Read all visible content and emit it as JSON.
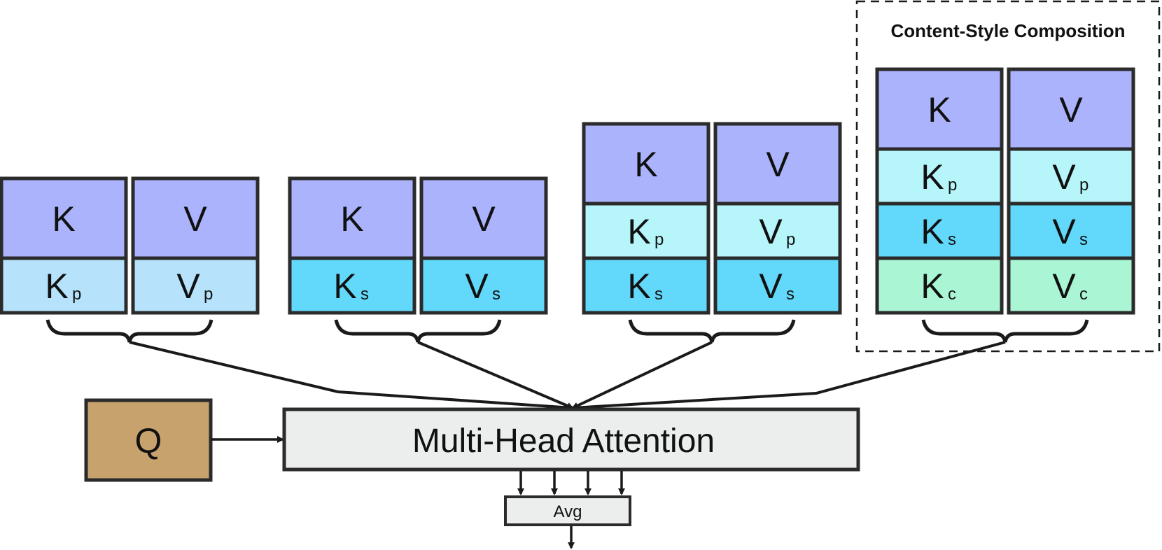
{
  "colors": {
    "kv_base": "#aab3fb",
    "pose": "#b6e3fb",
    "pose_light": "#b6f6fb",
    "style": "#62d9fb",
    "content": "#aaf6d4",
    "query": "#c7a26c",
    "attention": "#eceeee",
    "stroke": "#2b2b2b"
  },
  "composition_label": "Content-Style Composition",
  "groups": [
    {
      "columns": [
        {
          "cells": [
            {
              "main": "K",
              "sub": "",
              "color": "kv_base"
            },
            {
              "main": "K",
              "sub": "p",
              "color": "pose"
            }
          ]
        },
        {
          "cells": [
            {
              "main": "V",
              "sub": "",
              "color": "kv_base"
            },
            {
              "main": "V",
              "sub": "p",
              "color": "pose"
            }
          ]
        }
      ]
    },
    {
      "columns": [
        {
          "cells": [
            {
              "main": "K",
              "sub": "",
              "color": "kv_base"
            },
            {
              "main": "K",
              "sub": "s",
              "color": "style"
            }
          ]
        },
        {
          "cells": [
            {
              "main": "V",
              "sub": "",
              "color": "kv_base"
            },
            {
              "main": "V",
              "sub": "s",
              "color": "style"
            }
          ]
        }
      ]
    },
    {
      "columns": [
        {
          "cells": [
            {
              "main": "K",
              "sub": "",
              "color": "kv_base"
            },
            {
              "main": "K",
              "sub": "p",
              "color": "pose_light"
            },
            {
              "main": "K",
              "sub": "s",
              "color": "style"
            }
          ]
        },
        {
          "cells": [
            {
              "main": "V",
              "sub": "",
              "color": "kv_base"
            },
            {
              "main": "V",
              "sub": "p",
              "color": "pose_light"
            },
            {
              "main": "V",
              "sub": "s",
              "color": "style"
            }
          ]
        }
      ]
    },
    {
      "columns": [
        {
          "cells": [
            {
              "main": "K",
              "sub": "",
              "color": "kv_base"
            },
            {
              "main": "K",
              "sub": "p",
              "color": "pose_light"
            },
            {
              "main": "K",
              "sub": "s",
              "color": "style"
            },
            {
              "main": "K",
              "sub": "c",
              "color": "content"
            }
          ]
        },
        {
          "cells": [
            {
              "main": "V",
              "sub": "",
              "color": "kv_base"
            },
            {
              "main": "V",
              "sub": "p",
              "color": "pose_light"
            },
            {
              "main": "V",
              "sub": "s",
              "color": "style"
            },
            {
              "main": "V",
              "sub": "c",
              "color": "content"
            }
          ]
        }
      ]
    }
  ],
  "query_label": "Q",
  "attention_label": "Multi-Head Attention",
  "avg_label": "Avg"
}
